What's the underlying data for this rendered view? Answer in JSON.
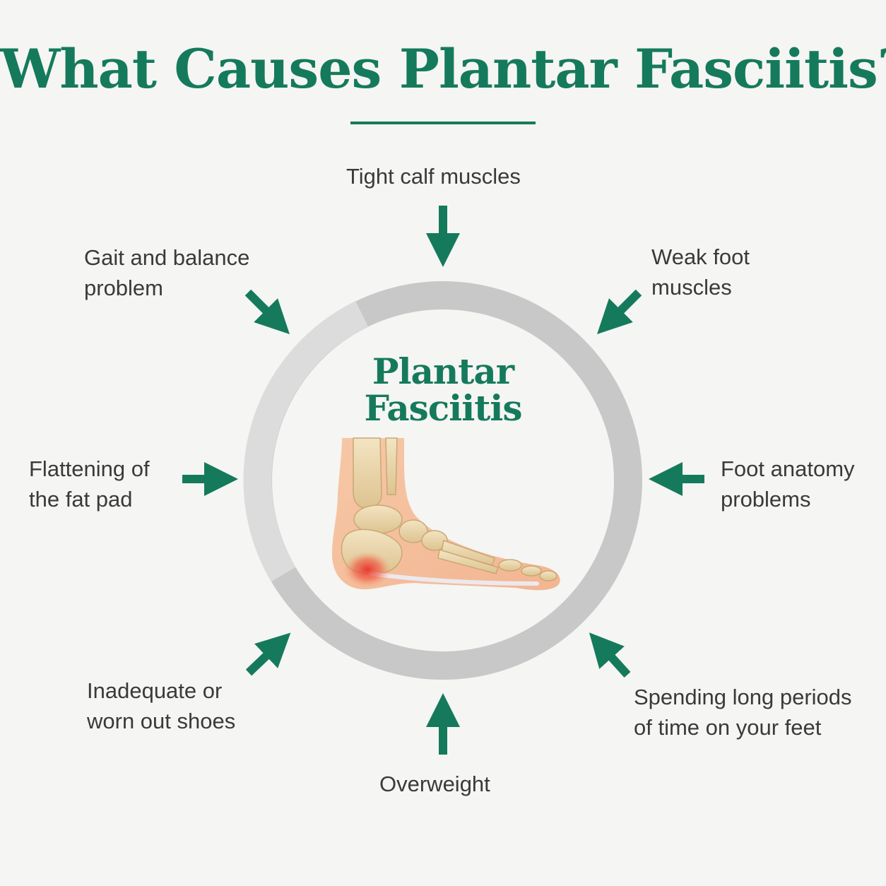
{
  "title": "What Causes Plantar Fasciitis?",
  "center": {
    "line1": "Plantar",
    "line2": "Fasciitis"
  },
  "causes": {
    "tight_calf": [
      "Tight calf muscles"
    ],
    "weak_foot": [
      "Weak foot",
      "muscles"
    ],
    "foot_anatomy": [
      "Foot anatomy",
      "problems"
    ],
    "long_periods": [
      "Spending long periods",
      "of time on your feet"
    ],
    "overweight": [
      "Overweight"
    ],
    "shoes": [
      "Inadequate or",
      "worn out shoes"
    ],
    "fat_pad": [
      "Flattening of",
      "the fat pad"
    ],
    "gait": [
      "Gait and balance",
      "problem"
    ]
  },
  "colors": {
    "accent": "#157a5c",
    "text": "#3a3a3a",
    "ring_dark": "#c8c8c8",
    "ring_light": "#dcdcdc",
    "background": "#f5f5f3",
    "inflammation": "#e8322a"
  },
  "icons": [
    "arrow-icon",
    "foot-skeleton-icon"
  ]
}
